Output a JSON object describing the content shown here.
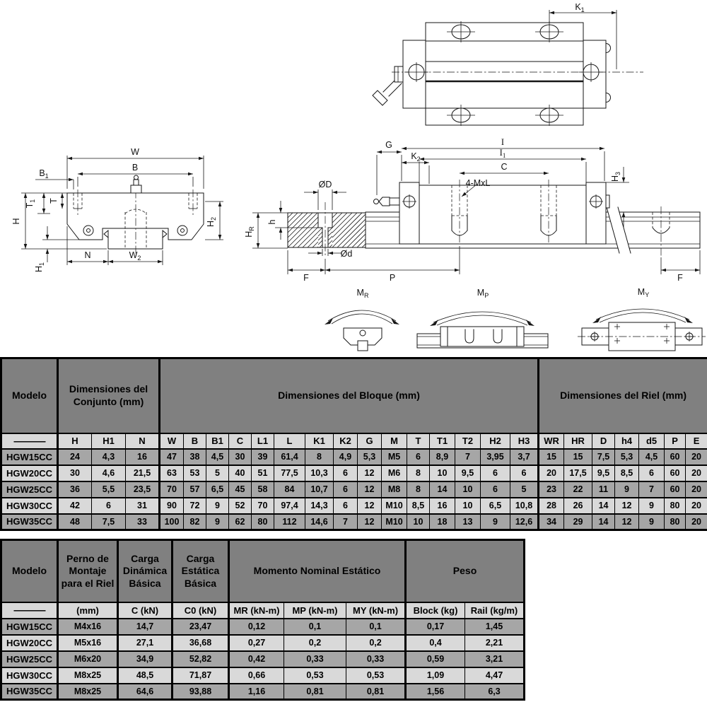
{
  "colors": {
    "header_bg": "#808080",
    "row_dark": "#a6a6a6",
    "row_light": "#d9d9d9",
    "border": "#000000",
    "line": "#161616"
  },
  "drawings": {
    "top_view": {
      "k1": {
        "main": "K",
        "sub": "1"
      }
    },
    "front_view": {
      "w": "W",
      "b": "B",
      "b1": {
        "main": "B",
        "sub": "1"
      },
      "t": "T",
      "t1": {
        "main": "T",
        "sub": "1"
      },
      "h": "H",
      "h1": {
        "main": "H",
        "sub": "1"
      },
      "h2": {
        "main": "H",
        "sub": "2"
      },
      "n": "N",
      "w2": {
        "main": "W",
        "sub": "2"
      }
    },
    "side_view": {
      "g": "G",
      "k2": {
        "main": "K",
        "sub": "2"
      },
      "l": "I",
      "l1": {
        "main": "I",
        "sub": "1"
      },
      "c": "C",
      "mxl": "4-MxL",
      "od": "ØD",
      "odm": "Ød",
      "h": "h",
      "hr": {
        "main": "H",
        "sub": "R"
      },
      "h3": {
        "main": "H",
        "sub": "3"
      },
      "f_left": "F",
      "p": "P",
      "f_right": "F"
    },
    "moments": {
      "mr": {
        "main": "M",
        "sub": "R"
      },
      "mp": {
        "main": "M",
        "sub": "P"
      },
      "my": {
        "main": "M",
        "sub": "Y"
      }
    }
  },
  "table1": {
    "groups": [
      {
        "label": "Modelo"
      },
      {
        "label": "Dimensiones del Conjunto (mm)"
      },
      {
        "label": "Dimensiones del Bloque (mm)"
      },
      {
        "label": "Dimensiones del Riel (mm)"
      }
    ],
    "sub_headers": [
      "---------------",
      "H",
      "H1",
      "N",
      "W",
      "B",
      "B1",
      "C",
      "L1",
      "L",
      "K1",
      "K2",
      "G",
      "M",
      "T",
      "T1",
      "T2",
      "H2",
      "H3",
      "WR",
      "HR",
      "D",
      "h4",
      "d5",
      "P",
      "E"
    ],
    "rows": [
      [
        "HGW15CC",
        "24",
        "4,3",
        "16",
        "47",
        "38",
        "4,5",
        "30",
        "39",
        "61,4",
        "8",
        "4,9",
        "5,3",
        "M5",
        "6",
        "8,9",
        "7",
        "3,95",
        "3,7",
        "15",
        "15",
        "7,5",
        "5,3",
        "4,5",
        "60",
        "20"
      ],
      [
        "HGW20CC",
        "30",
        "4,6",
        "21,5",
        "63",
        "53",
        "5",
        "40",
        "51",
        "77,5",
        "10,3",
        "6",
        "12",
        "M6",
        "8",
        "10",
        "9,5",
        "6",
        "6",
        "20",
        "17,5",
        "9,5",
        "8,5",
        "6",
        "60",
        "20"
      ],
      [
        "HGW25CC",
        "36",
        "5,5",
        "23,5",
        "70",
        "57",
        "6,5",
        "45",
        "58",
        "84",
        "10,7",
        "6",
        "12",
        "M8",
        "8",
        "14",
        "10",
        "6",
        "5",
        "23",
        "22",
        "11",
        "9",
        "7",
        "60",
        "20"
      ],
      [
        "HGW30CC",
        "42",
        "6",
        "31",
        "90",
        "72",
        "9",
        "52",
        "70",
        "97,4",
        "14,3",
        "6",
        "12",
        "M10",
        "8,5",
        "16",
        "10",
        "6,5",
        "10,8",
        "28",
        "26",
        "14",
        "12",
        "9",
        "80",
        "20"
      ],
      [
        "HGW35CC",
        "48",
        "7,5",
        "33",
        "100",
        "82",
        "9",
        "62",
        "80",
        "112",
        "14,6",
        "7",
        "12",
        "M10",
        "10",
        "18",
        "13",
        "9",
        "12,6",
        "34",
        "29",
        "14",
        "12",
        "9",
        "80",
        "20"
      ]
    ]
  },
  "table2": {
    "groups": [
      {
        "label": "Modelo"
      },
      {
        "label": "Perno de Montaje para el Riel"
      },
      {
        "label": "Carga Dinámica Básica"
      },
      {
        "label": "Carga Estática Básica"
      },
      {
        "label": "Momento Nominal Estático"
      },
      {
        "label": "Peso"
      }
    ],
    "sub_headers": [
      "---------------",
      "(mm)",
      "C (kN)",
      "C0 (kN)",
      "MR (kN-m)",
      "MP (kN-m)",
      "MY (kN-m)",
      "Block (kg)",
      "Rail (kg/m)"
    ],
    "rows": [
      [
        "HGW15CC",
        "M4x16",
        "14,7",
        "23,47",
        "0,12",
        "0,1",
        "0,1",
        "0,17",
        "1,45"
      ],
      [
        "HGW20CC",
        "M5x16",
        "27,1",
        "36,68",
        "0,27",
        "0,2",
        "0,2",
        "0,4",
        "2,21"
      ],
      [
        "HGW25CC",
        "M6x20",
        "34,9",
        "52,82",
        "0,42",
        "0,33",
        "0,33",
        "0,59",
        "3,21"
      ],
      [
        "HGW30CC",
        "M8x25",
        "48,5",
        "71,87",
        "0,66",
        "0,53",
        "0,53",
        "1,09",
        "4,47"
      ],
      [
        "HGW35CC",
        "M8x25",
        "64,6",
        "93,88",
        "1,16",
        "0,81",
        "0,81",
        "1,56",
        "6,3"
      ]
    ]
  }
}
